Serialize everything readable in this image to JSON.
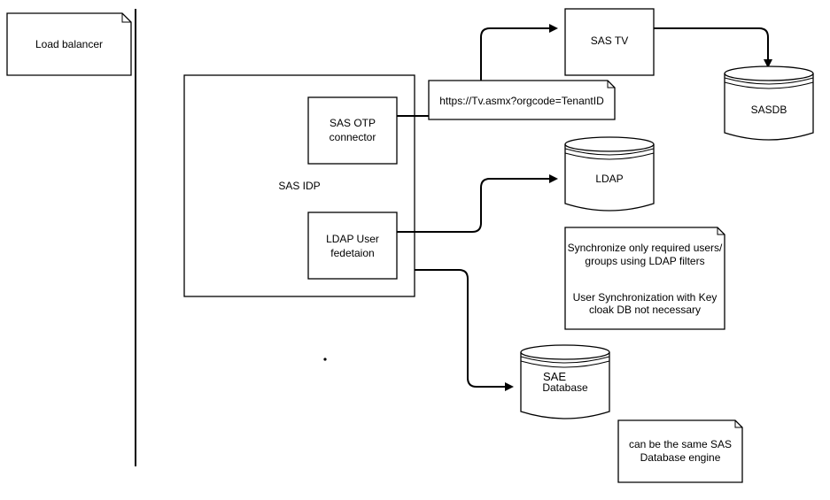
{
  "nodes": {
    "load_balancer": "Load balancer",
    "sas_idp": "SAS IDP",
    "sas_otp_connector": [
      "SAS OTP",
      "connector"
    ],
    "ldap_user_federation": [
      "LDAP User",
      "fedetaion"
    ],
    "url_note": "https://Tv.asmx?orgcode=TenantID",
    "sas_tv": "SAS TV",
    "sasdb": "SASDB",
    "ldap": "LDAP",
    "sync_note": [
      "Synchronize only required users/",
      "groups using LDAP filters",
      "",
      "User Synchronization with Key",
      "cloak DB not necessary"
    ],
    "sae_database": [
      "SAE",
      "Database"
    ],
    "engine_note": [
      "can be the same SAS",
      "Database engine"
    ]
  }
}
